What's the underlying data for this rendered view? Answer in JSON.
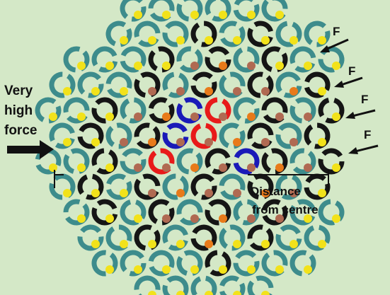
{
  "diagram": {
    "background": "#d4e8c7",
    "colors": {
      "teal": "#3d8c8c",
      "black": "#151515",
      "blue": "#1a1ab8",
      "red": "#e81a1a",
      "brown": "#b06a52",
      "orange": "#e87a1a",
      "yellow": "#f2e21a",
      "arrow": "#111111"
    },
    "labels": {
      "force_lines": [
        "Very",
        "high",
        "force"
      ],
      "distance_lines": [
        "Distance",
        "from centre"
      ],
      "arrow_label": "F"
    }
  }
}
